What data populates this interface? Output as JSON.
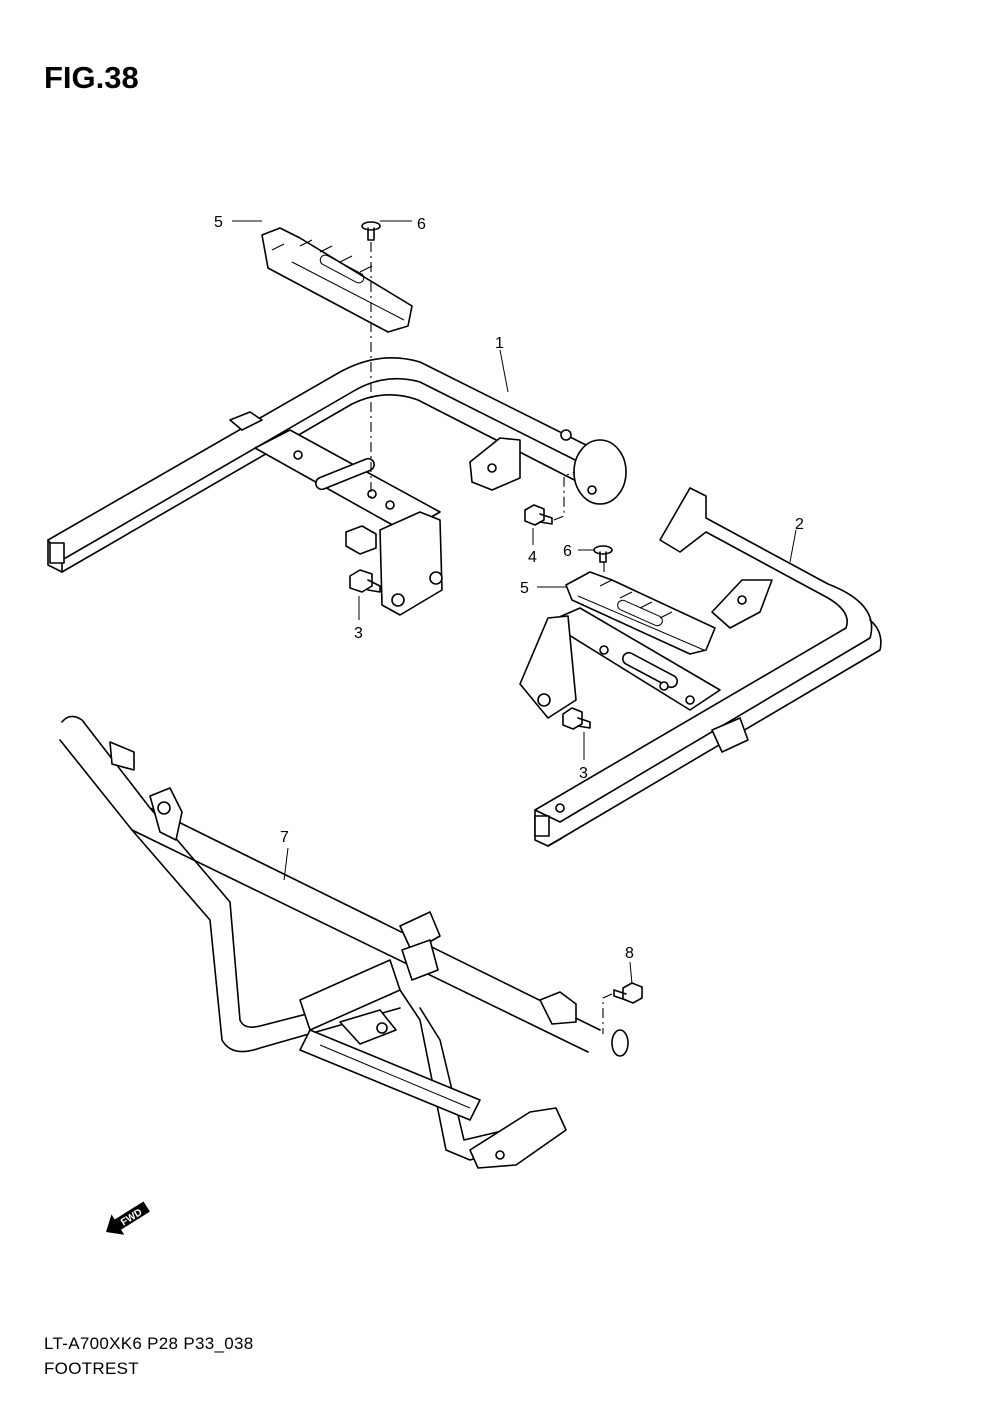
{
  "figure": {
    "title": "FIG.38",
    "code": "LT-A700XK6 P28 P33_038",
    "caption": "FOOTREST"
  },
  "callouts": [
    {
      "id": "c1",
      "label": "1"
    },
    {
      "id": "c2",
      "label": "2"
    },
    {
      "id": "c3a",
      "label": "3"
    },
    {
      "id": "c3b",
      "label": "3"
    },
    {
      "id": "c4",
      "label": "4"
    },
    {
      "id": "c5a",
      "label": "5"
    },
    {
      "id": "c5b",
      "label": "5"
    },
    {
      "id": "c6a",
      "label": "6"
    },
    {
      "id": "c6b",
      "label": "6"
    },
    {
      "id": "c7",
      "label": "7"
    },
    {
      "id": "c8",
      "label": "8"
    }
  ],
  "fwd_badge": {
    "label": "FWD"
  }
}
